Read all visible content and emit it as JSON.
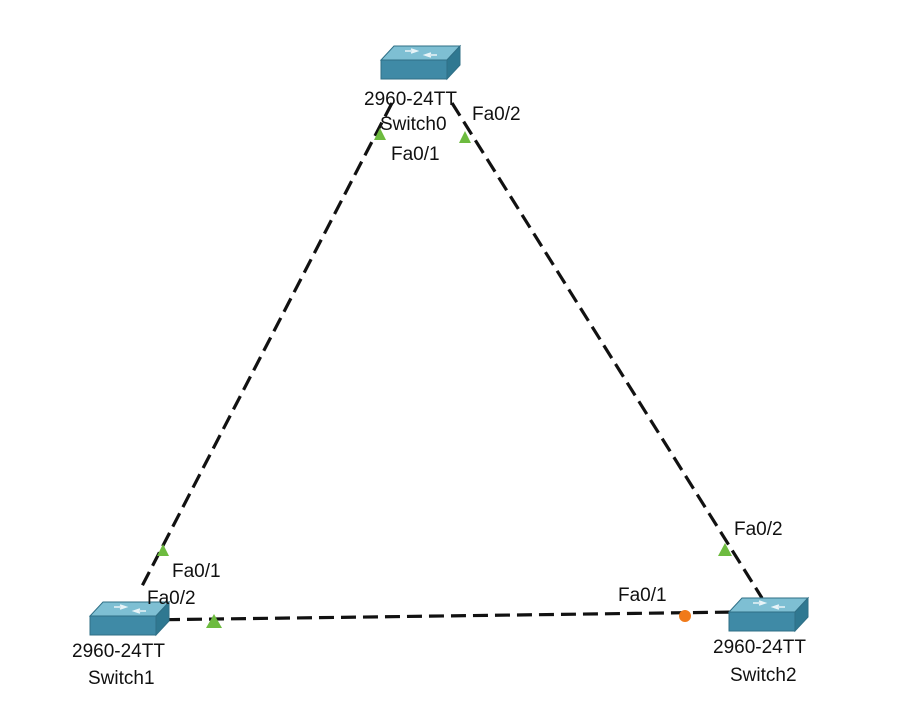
{
  "devices": {
    "switch0": {
      "model": "2960-24TT",
      "name": "Switch0"
    },
    "switch1": {
      "model": "2960-24TT",
      "name": "Switch1"
    },
    "switch2": {
      "model": "2960-24TT",
      "name": "Switch2"
    }
  },
  "ports": {
    "sw0_fa01": "Fa0/1",
    "sw0_fa02": "Fa0/2",
    "sw1_fa01": "Fa0/1",
    "sw1_fa02": "Fa0/2",
    "sw2_fa01": "Fa0/1",
    "sw2_fa02": "Fa0/2"
  },
  "links": [
    {
      "from": "Switch0 Fa0/1",
      "to": "Switch1 Fa0/1",
      "status": "up"
    },
    {
      "from": "Switch0 Fa0/2",
      "to": "Switch2 Fa0/2",
      "status": "up"
    },
    {
      "from": "Switch1 Fa0/2",
      "to": "Switch2 Fa0/1",
      "status": "blocking"
    }
  ],
  "colors": {
    "link": "#111111",
    "port_up": "#6dbb3f",
    "port_blocking": "#f07a1a",
    "switch_body": "#3f8aa6",
    "switch_top": "#7ebfd3"
  }
}
